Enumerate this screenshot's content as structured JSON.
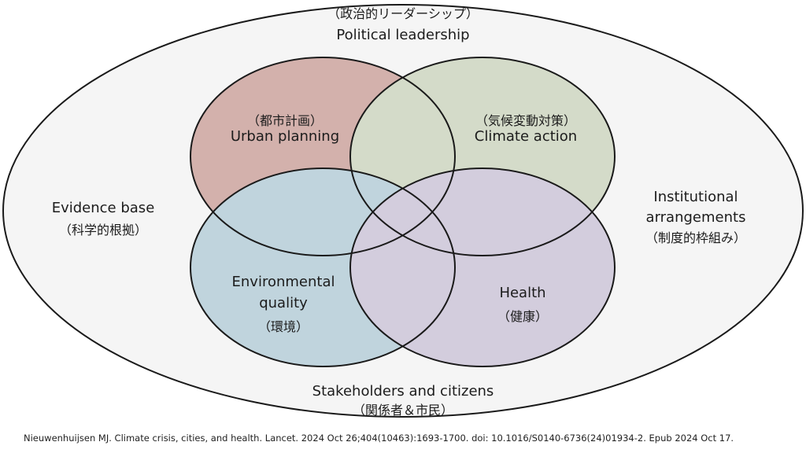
{
  "outer": {
    "top_jp": "（政治的リーダーシップ）",
    "top_en": "Political leadership",
    "left_en": "Evidence base",
    "left_jp": "（科学的根拠）",
    "right_en_1": "Institutional",
    "right_en_2": "arrangements",
    "right_jp": "（制度的枠組み）",
    "bottom_en": "Stakeholders and citizens",
    "bottom_jp": "（関係者＆市民）"
  },
  "circles": {
    "urban": {
      "jp": "（都市計画）",
      "en": "Urban planning",
      "color": "#dcb8b3"
    },
    "climate": {
      "jp": "（気候変動対策）",
      "en": "Climate action",
      "color": "#dde4d2"
    },
    "environment": {
      "en_1": "Environmental",
      "en_2": "quality",
      "jp": "（環境）",
      "color": "#c8dde6"
    },
    "health": {
      "en": "Health",
      "jp": "（健康）",
      "color": "#dcd6e6"
    }
  },
  "colors": {
    "outline": "#1a1a1a",
    "outer_fill": "#f5f5f5"
  },
  "citation": "Nieuwenhuijsen MJ. Climate crisis, cities, and health. Lancet. 2024 Oct 26;404(10463):1693-1700. doi: 10.1016/S0140-6736(24)01934-2. Epub 2024 Oct 17."
}
